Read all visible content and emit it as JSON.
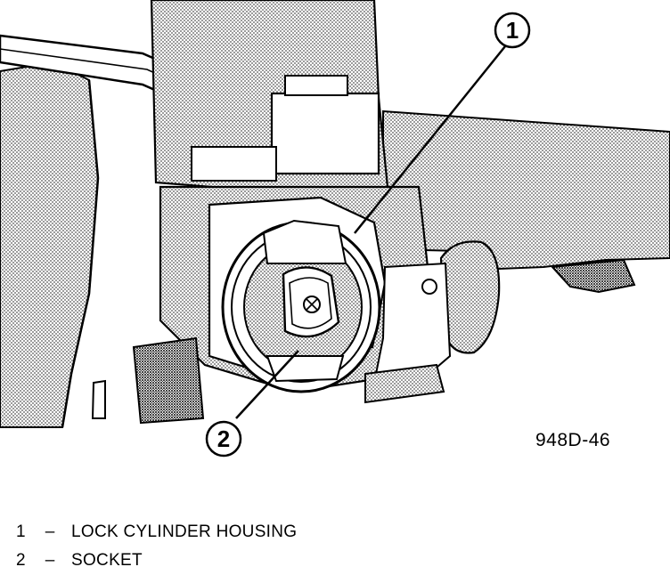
{
  "callouts": [
    {
      "number": "1"
    },
    {
      "number": "2"
    }
  ],
  "figure_code": "948D-46",
  "legend": [
    {
      "number": "1",
      "dash": "–",
      "label": "LOCK CYLINDER HOUSING"
    },
    {
      "number": "2",
      "dash": "–",
      "label": "SOCKET"
    }
  ],
  "colors": {
    "ink": "#000000",
    "stipple": "#5a5a5a",
    "paper": "#ffffff"
  }
}
